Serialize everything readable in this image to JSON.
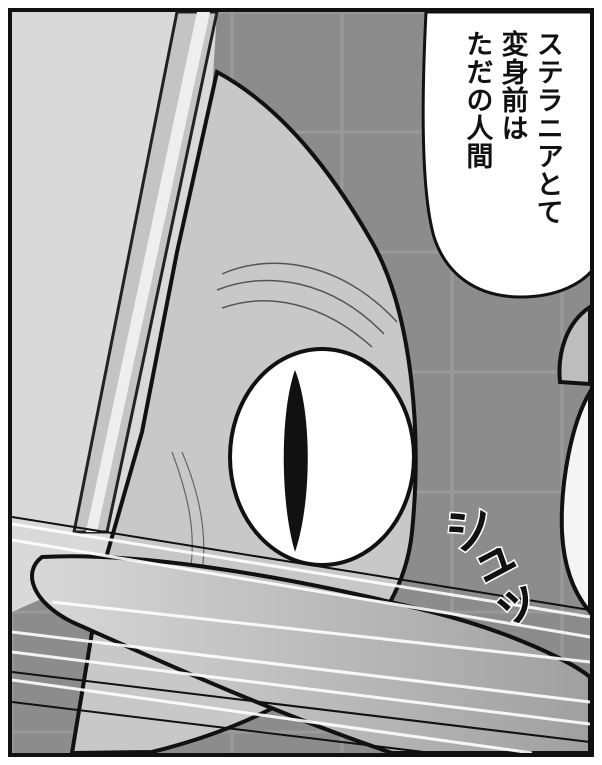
{
  "bubble": {
    "lines": [
      "ステラニアとて",
      "変身前は",
      "ただの人間"
    ]
  },
  "sfx": {
    "text": "シュッ"
  },
  "colors": {
    "ink": "#111111",
    "wall": "#8f8f8f",
    "skin": "#c9c9c9",
    "eye": "#ffffff"
  }
}
